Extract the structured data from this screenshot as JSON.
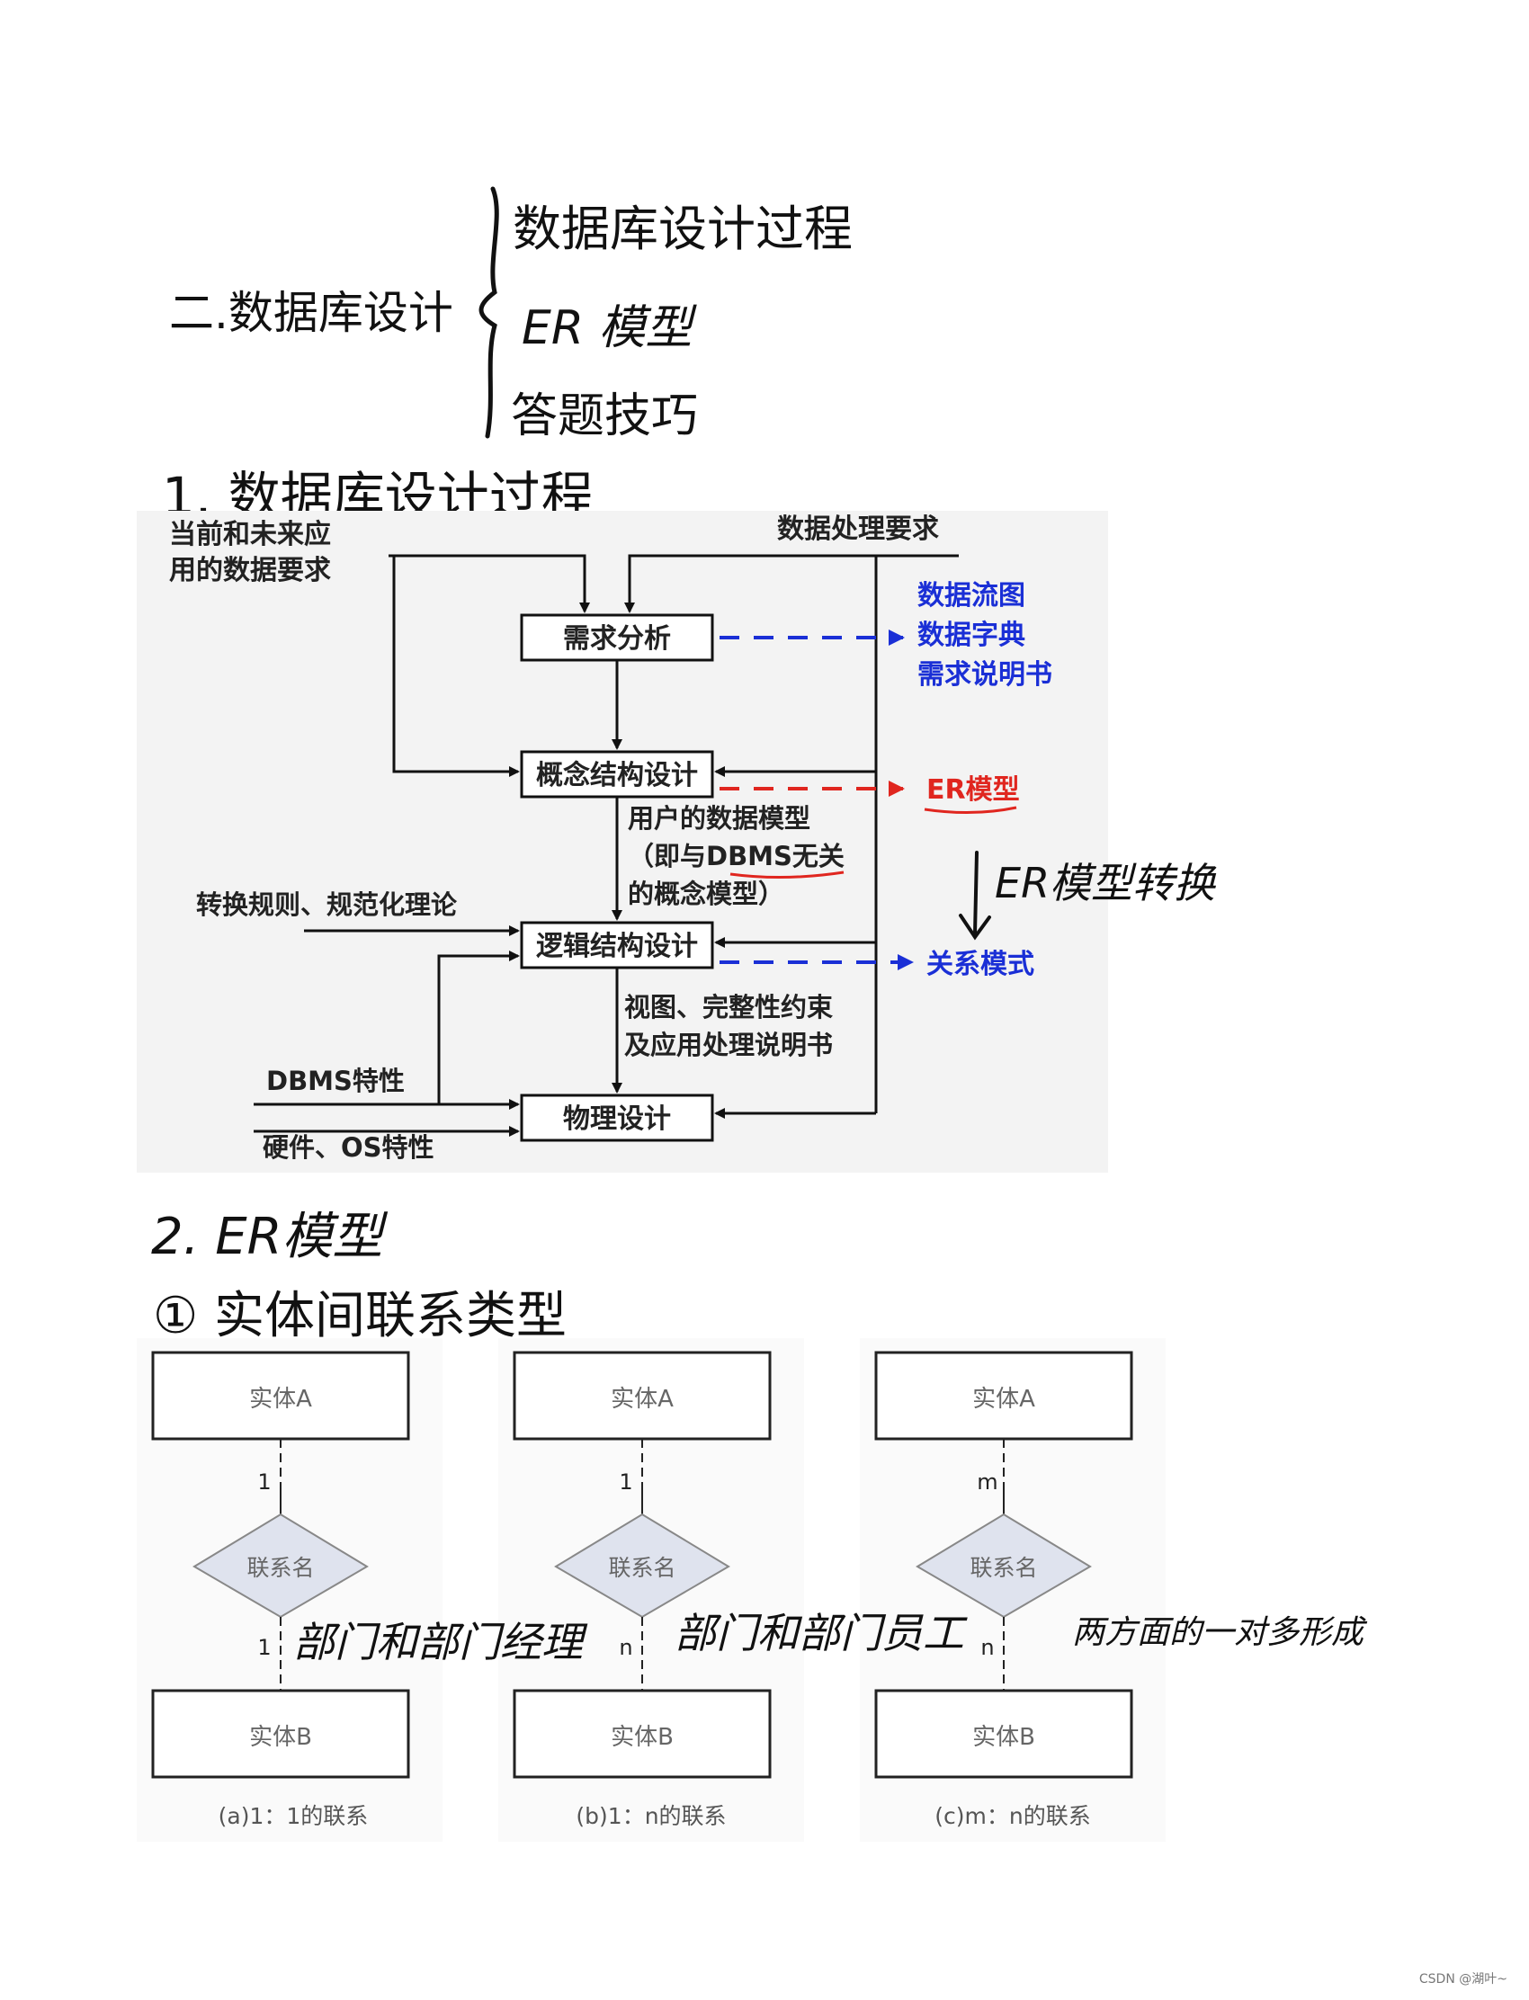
{
  "outline": {
    "section_title": "二.数据库设计",
    "branches": [
      "数据库设计过程",
      "ER 模型",
      "答题技巧"
    ]
  },
  "part1": {
    "heading": "1. 数据库设计过程",
    "flow": {
      "input_left": [
        "当前和未来应",
        "用的数据要求"
      ],
      "input_right": "数据处理要求",
      "stages": [
        "需求分析",
        "概念结构设计",
        "逻辑结构设计",
        "物理设计"
      ],
      "outputs_requirements": [
        "数据流图",
        "数据字典",
        "需求说明书"
      ],
      "output_concept": "ER模型",
      "output_logic": "关系模式",
      "between_concept_logic": [
        "用户的数据模型",
        "（即与DBMS无关",
        "的概念模型）"
      ],
      "between_logic_physical": [
        "视图、完整性约束",
        "及应用处理说明书"
      ],
      "input_logic": "转换规则、规范化理论",
      "input_dbms": "DBMS特性",
      "input_hw": "硬件、OS特性",
      "note": "ER模型转换"
    },
    "colors": {
      "blue": "#1a2fd6",
      "red": "#e0261f",
      "gray_bg": "#f3f3f3"
    }
  },
  "part2": {
    "heading": "2. ER模型",
    "subheading": "① 实体间联系类型",
    "diagrams": [
      {
        "entity_a": "实体A",
        "relation": "联系名",
        "entity_b": "实体B",
        "card_top": "1",
        "card_bottom": "1",
        "caption": "(a)1：1的联系",
        "note": "部门和部门经理"
      },
      {
        "entity_a": "实体A",
        "relation": "联系名",
        "entity_b": "实体B",
        "card_top": "1",
        "card_bottom": "n",
        "caption": "(b)1：n的联系",
        "note": "部门和部门员工"
      },
      {
        "entity_a": "实体A",
        "relation": "联系名",
        "entity_b": "实体B",
        "card_top": "m",
        "card_bottom": "n",
        "caption": "(c)m：n的联系",
        "note": "两方面的一对多形成"
      }
    ],
    "colors": {
      "diamond": "#dfe3ee",
      "box_text": "#666666"
    }
  },
  "footer": {
    "watermark": "CSDN @湖叶~"
  }
}
